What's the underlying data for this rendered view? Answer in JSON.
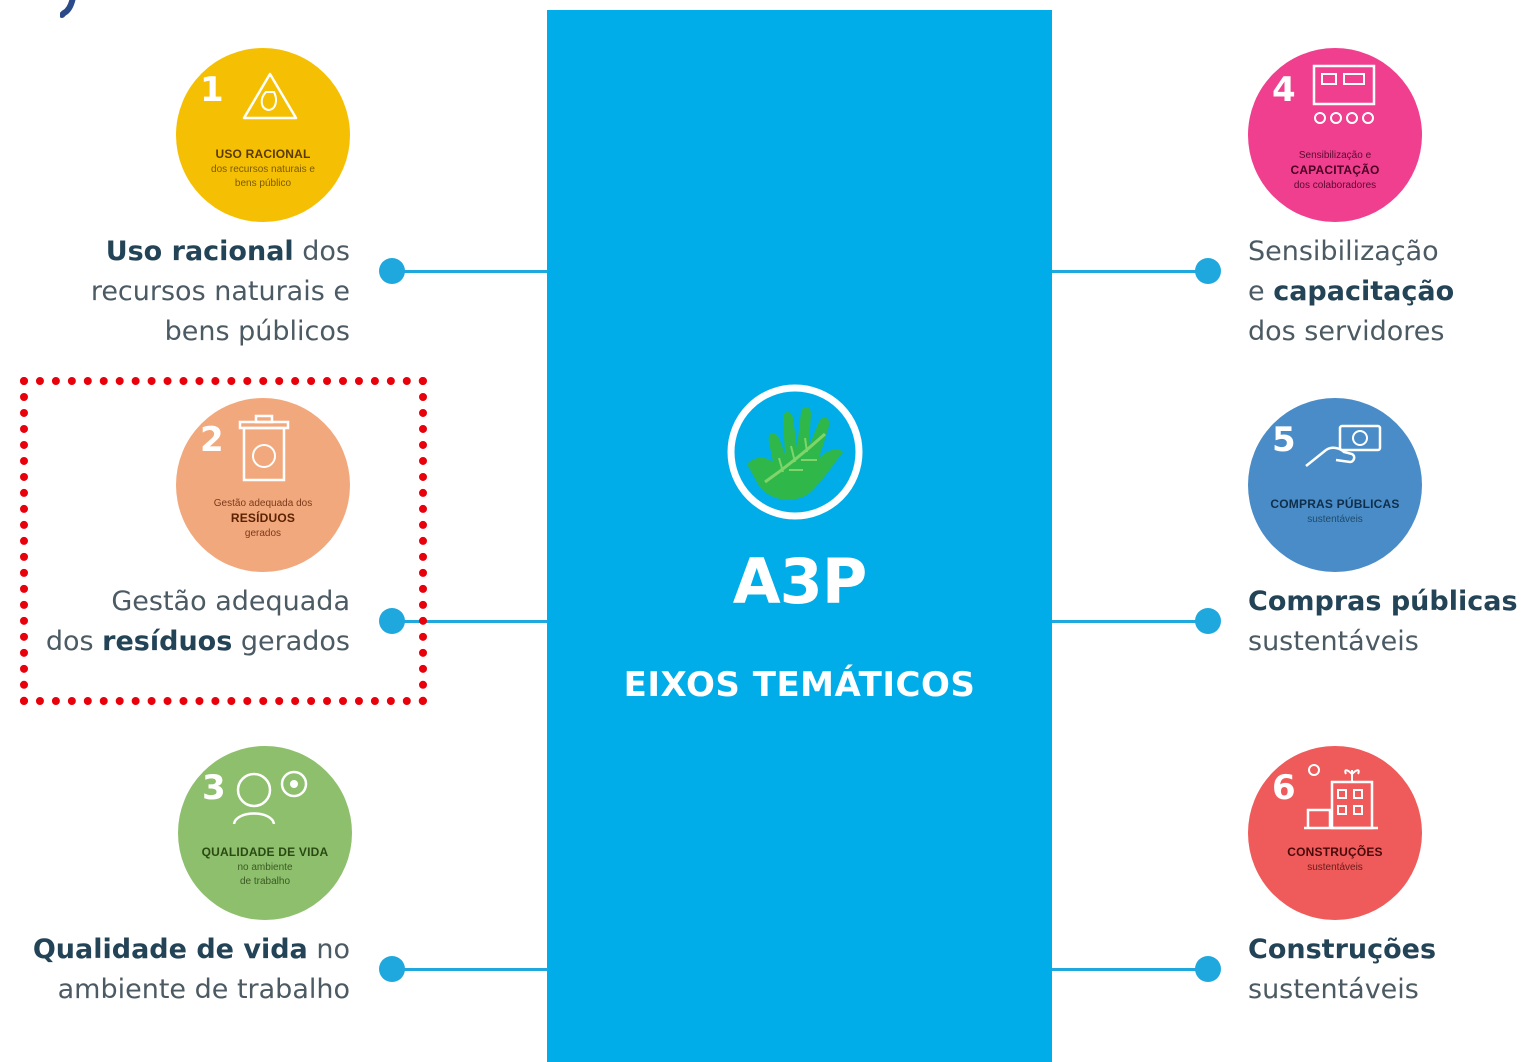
{
  "panel": {
    "logo_text": "A3P",
    "title": "EIXOS TEMÁTICOS",
    "color": "#00ade8"
  },
  "axes": [
    {
      "number": "1",
      "color": "#f5c003",
      "icon": "recycle-icon",
      "badge_lines": [
        "USO RACIONAL",
        "dos recursos naturais e",
        "bens público"
      ],
      "label_lines": [
        "Uso racional dos",
        "recursos naturais e",
        "bens públicos"
      ],
      "label_bold": "Uso racional"
    },
    {
      "number": "2",
      "color": "#f2a87d",
      "icon": "trash-bin-icon",
      "badge_lines": [
        "Gestão adequada dos",
        "RESÍDUOS",
        "gerados"
      ],
      "label_lines": [
        "Gestão adequada",
        "dos resíduos gerados"
      ],
      "label_bold": "resíduos"
    },
    {
      "number": "3",
      "color": "#8dbf6c",
      "icon": "person-chat-icon",
      "badge_lines": [
        "QUALIDADE DE VIDA",
        "no ambiente",
        "de trabalho"
      ],
      "label_lines": [
        "Qualidade de vida no",
        "ambiente de trabalho"
      ],
      "label_bold": "Qualidade de vida"
    },
    {
      "number": "4",
      "color": "#ef3f8e",
      "icon": "training-board-icon",
      "badge_lines": [
        "Sensibilização e",
        "CAPACITAÇÃO",
        "dos colaboradores"
      ],
      "label_lines": [
        "Sensibilização",
        "e capacitação",
        "dos servidores"
      ],
      "label_bold": "capacitação"
    },
    {
      "number": "5",
      "color": "#4a8cc7",
      "icon": "hand-money-icon",
      "badge_lines": [
        "COMPRAS PÚBLICAS",
        "sustentáveis"
      ],
      "label_lines": [
        "Compras públicas",
        "sustentáveis"
      ],
      "label_bold": "Compras públicas"
    },
    {
      "number": "6",
      "color": "#ef5a5a",
      "icon": "building-icon",
      "badge_lines": [
        "CONSTRUÇÕES",
        "sustentáveis"
      ],
      "label_lines": [
        "Construções",
        "sustentáveis"
      ],
      "label_bold": "Construções"
    }
  ],
  "labels": {
    "a1_bold": "Uso racional",
    "a1_rest1": " dos",
    "a1_l2": "recursos naturais e",
    "a1_l3": "bens públicos",
    "a2_l1": "Gestão adequada",
    "a2_pre": "dos ",
    "a2_bold": "resíduos",
    "a2_post": " gerados",
    "a3_bold": "Qualidade de vida",
    "a3_rest1": " no",
    "a3_l2": "ambiente de trabalho",
    "a4_l1": "Sensibilização",
    "a4_pre": "e ",
    "a4_bold": "capacitação",
    "a4_l3": "dos servidores",
    "a5_bold": "Compras públicas",
    "a5_l2": "sustentáveis",
    "a6_bold": "Construções",
    "a6_l2": "sustentáveis"
  },
  "highlight_color": "#e8000b"
}
